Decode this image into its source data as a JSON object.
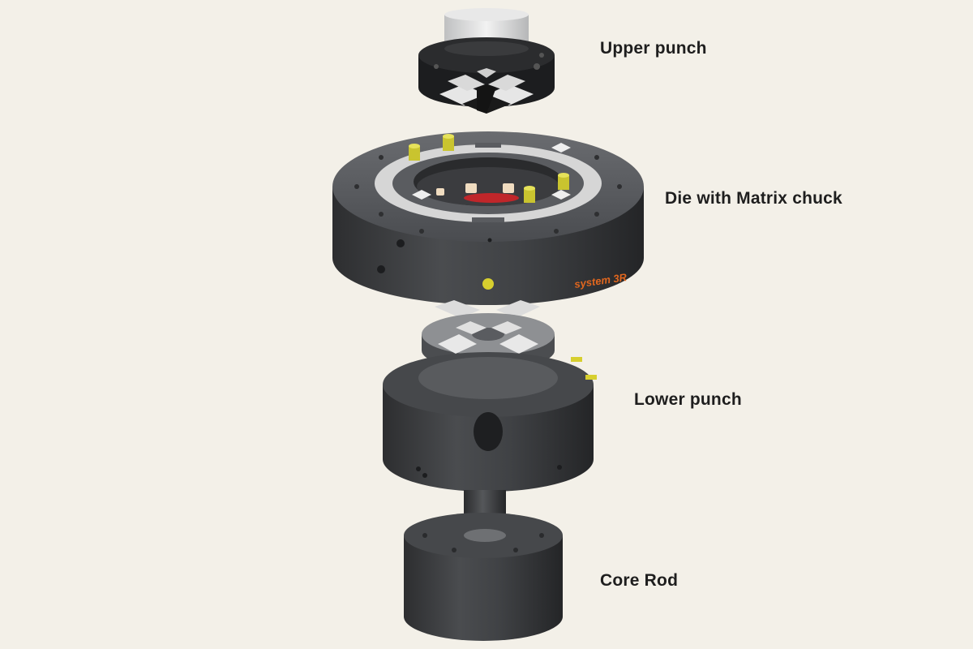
{
  "labels": {
    "upper_punch": "Upper punch",
    "die_with_matrix_chuck": "Die with Matrix chuck",
    "lower_punch": "Lower punch",
    "core_rod": "Core Rod"
  },
  "brand_mark": "system 3R",
  "colors": {
    "background": "#f3f0e8",
    "steel_dark": "#3a3b3d",
    "steel_top": "#55575a",
    "steel_light": "#cfd0d0",
    "pin_yellow": "#d6d23a",
    "brand_orange": "#e0661e",
    "label_text": "#1e1e1e"
  }
}
